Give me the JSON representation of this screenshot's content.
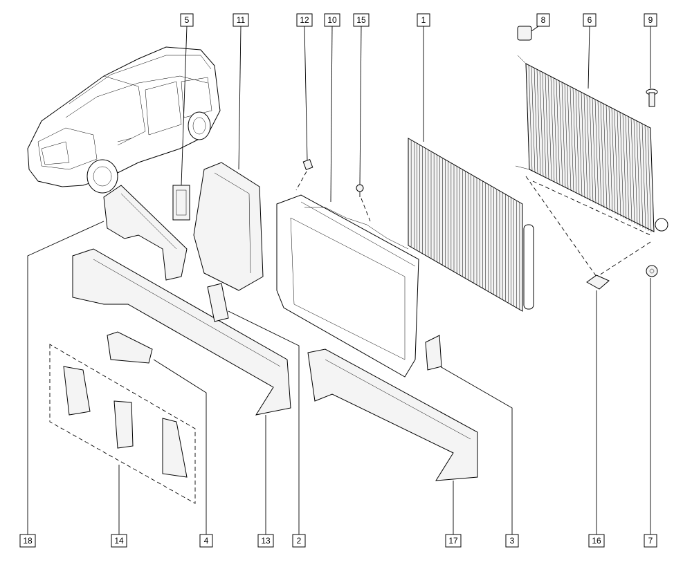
{
  "callouts": [
    "5",
    "11",
    "12",
    "10",
    "15",
    "1",
    "8",
    "6",
    "9",
    "18",
    "14",
    "4",
    "13",
    "2",
    "17",
    "3",
    "16",
    "7"
  ]
}
